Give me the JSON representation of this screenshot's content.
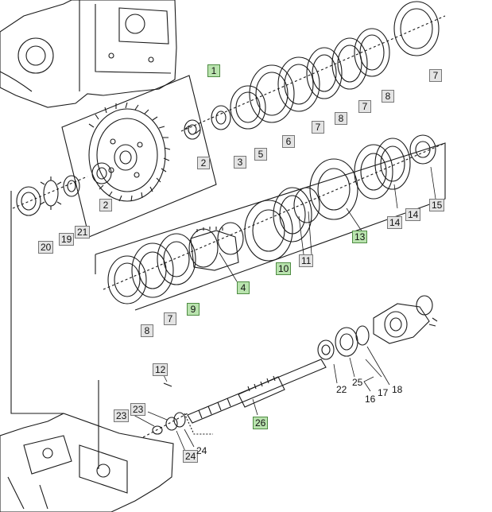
{
  "callouts": [
    {
      "label": "1",
      "highlighted": true
    },
    {
      "label": "2",
      "highlighted": false
    },
    {
      "label": "2",
      "highlighted": false
    },
    {
      "label": "3",
      "highlighted": false
    },
    {
      "label": "4",
      "highlighted": true
    },
    {
      "label": "5",
      "highlighted": false
    },
    {
      "label": "6",
      "highlighted": false
    },
    {
      "label": "7",
      "highlighted": false
    },
    {
      "label": "7",
      "highlighted": false
    },
    {
      "label": "7",
      "highlighted": false
    },
    {
      "label": "7",
      "highlighted": false
    },
    {
      "label": "8",
      "highlighted": false
    },
    {
      "label": "8",
      "highlighted": false
    },
    {
      "label": "8",
      "highlighted": false
    },
    {
      "label": "9",
      "highlighted": true
    },
    {
      "label": "10",
      "highlighted": true
    },
    {
      "label": "11",
      "highlighted": false
    },
    {
      "label": "12",
      "highlighted": false
    },
    {
      "label": "13",
      "highlighted": true
    },
    {
      "label": "14",
      "highlighted": false
    },
    {
      "label": "14",
      "highlighted": false
    },
    {
      "label": "15",
      "highlighted": false
    },
    {
      "label": "16",
      "highlighted": false
    },
    {
      "label": "17",
      "highlighted": false
    },
    {
      "label": "18",
      "highlighted": false
    },
    {
      "label": "19",
      "highlighted": false
    },
    {
      "label": "20",
      "highlighted": false
    },
    {
      "label": "21",
      "highlighted": false
    },
    {
      "label": "22",
      "highlighted": false
    },
    {
      "label": "23",
      "highlighted": false
    },
    {
      "label": "23",
      "highlighted": false
    },
    {
      "label": "24",
      "highlighted": false
    },
    {
      "label": "24",
      "highlighted": false
    },
    {
      "label": "25",
      "highlighted": false
    },
    {
      "label": "26",
      "highlighted": true
    }
  ],
  "colors": {
    "callout_highlight": "#b9e3ae",
    "callout_normal": "#e4e4e4",
    "line_art": "#1a1a1a"
  }
}
